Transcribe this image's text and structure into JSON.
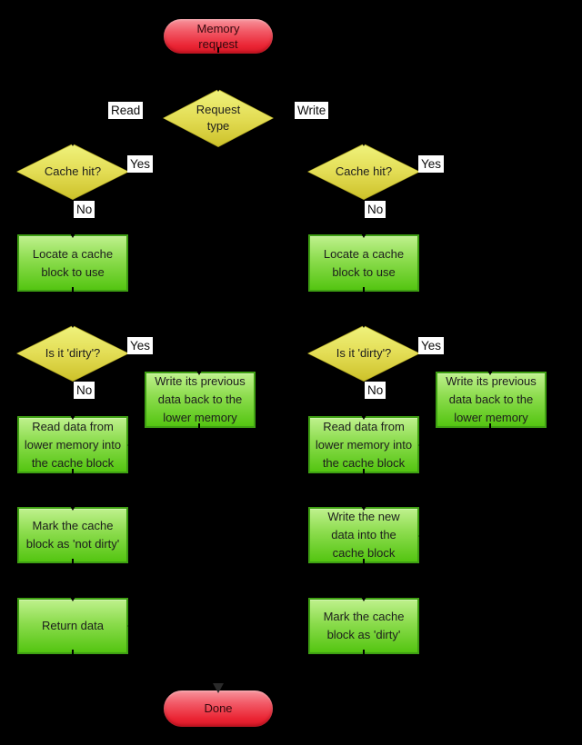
{
  "diagram": {
    "type": "flowchart",
    "background": "#000000",
    "colors": {
      "terminal_top": "#f7959d",
      "terminal_bottom": "#da1a29",
      "decision_top": "#eff27c",
      "decision_bottom": "#cdc22a",
      "process_top": "#bff18d",
      "process_bottom": "#54c511",
      "process_border": "#3fa013",
      "edge_label_background": "#ffffff",
      "node_text": "#1d1d1d",
      "connector": "#000000"
    },
    "nodes": {
      "start": {
        "label": "Memory\nrequest"
      },
      "request_type": {
        "label": "Request\ntype"
      },
      "read_branch": {
        "cache_hit": {
          "label": "Cache hit?"
        },
        "locate": {
          "label": "Locate a cache\nblock to use"
        },
        "dirty": {
          "label": "Is it 'dirty'?"
        },
        "write_back": {
          "label": "Write its previous\ndata back to the\nlower memory"
        },
        "read_lower": {
          "label": "Read data from\nlower memory into\nthe cache block"
        },
        "mark_not_dirty": {
          "label": "Mark the cache\nblock as 'not dirty'"
        },
        "return_data": {
          "label": "Return data"
        }
      },
      "write_branch": {
        "cache_hit": {
          "label": "Cache hit?"
        },
        "locate": {
          "label": "Locate a cache\nblock to use"
        },
        "dirty": {
          "label": "Is it 'dirty'?"
        },
        "write_back": {
          "label": "Write its previous\ndata back to the\nlower memory"
        },
        "read_lower": {
          "label": "Read data from\nlower memory into\nthe cache block"
        },
        "write_new": {
          "label": "Write the new\ndata into the\ncache block"
        },
        "mark_dirty": {
          "label": "Mark the cache\nblock as 'dirty'"
        }
      },
      "done": {
        "label": "Done"
      }
    },
    "edge_labels": {
      "request_read": "Read",
      "request_write": "Write",
      "read_hit_yes": "Yes",
      "read_hit_no": "No",
      "read_dirty_yes": "Yes",
      "read_dirty_no": "No",
      "write_hit_yes": "Yes",
      "write_hit_no": "No",
      "write_dirty_yes": "Yes",
      "write_dirty_no": "No"
    }
  }
}
